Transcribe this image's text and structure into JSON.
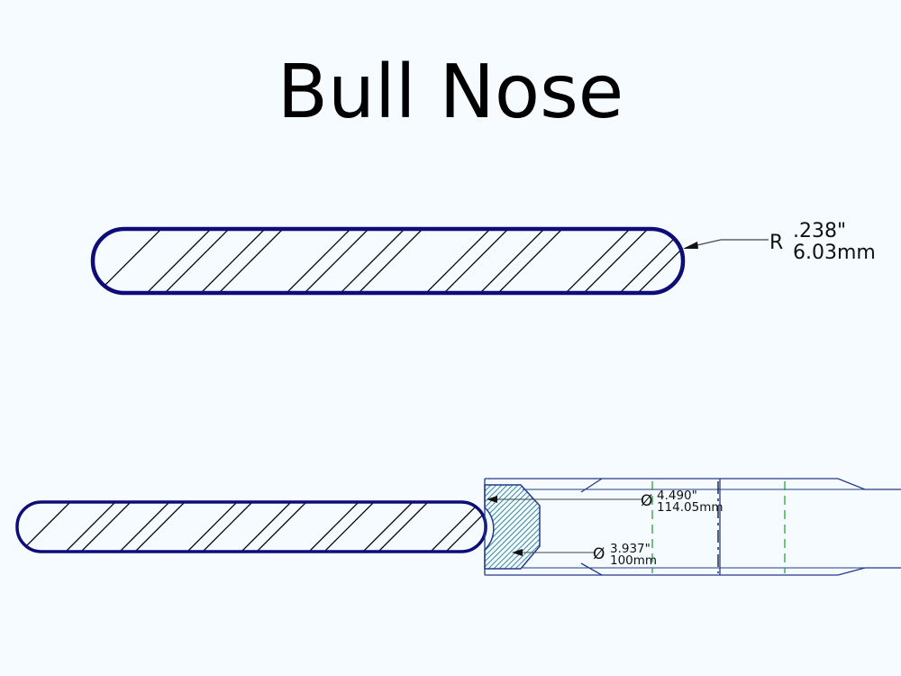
{
  "title": "Bull Nose",
  "top_profile": {
    "radius_symbol": "R",
    "radius_inch": ".238\"",
    "radius_mm": "6.03mm"
  },
  "bottom_profile": {
    "outer_diameter_symbol": "Ø",
    "outer_diameter_inch": "4.490\"",
    "outer_diameter_mm": "114.05mm",
    "inner_diameter_symbol": "Ø",
    "inner_diameter_inch": "3.937\"",
    "inner_diameter_mm": "100mm"
  },
  "colors": {
    "profile_outline": "#0d0c78",
    "section_outline": "#223b8c",
    "hatch": "#000000",
    "section_hatch": "#3a8ca0",
    "center_line": "#23a63b",
    "leader": "#444444",
    "background": "#f6fbff"
  }
}
